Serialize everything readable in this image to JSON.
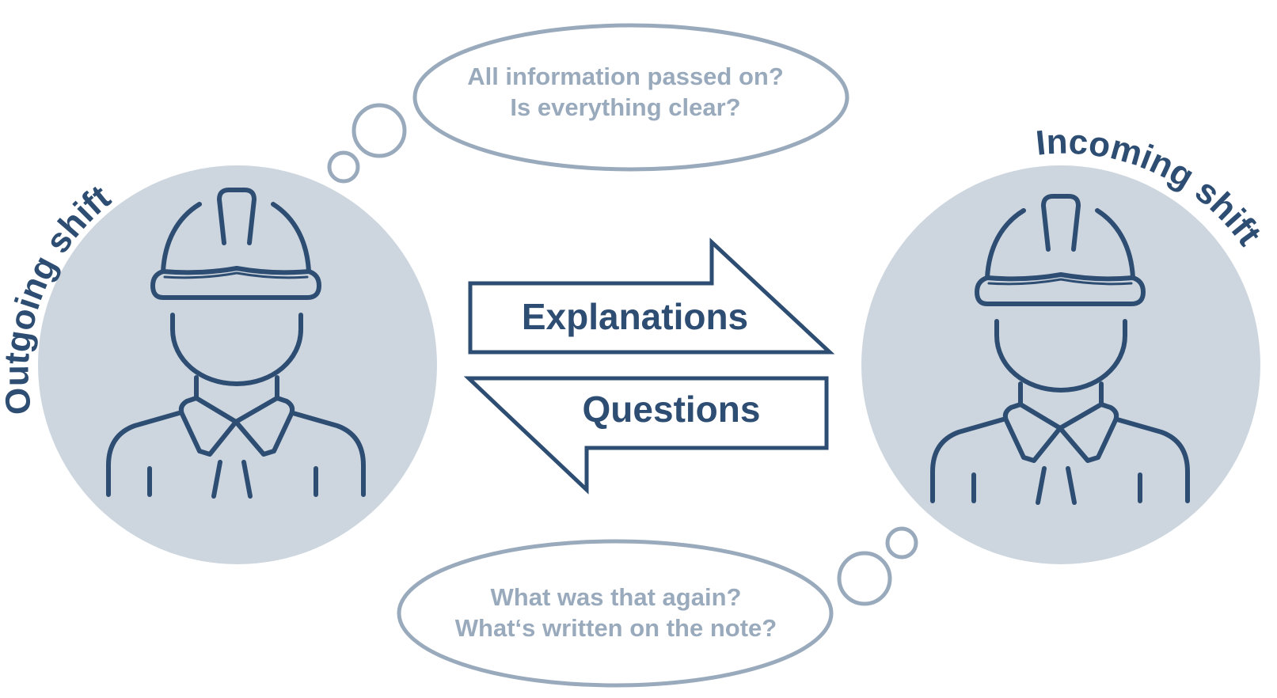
{
  "colors": {
    "primary": "#2e4d72",
    "circle_fill": "#cdd6df",
    "bubble_stroke": "#9aaabd",
    "bubble_text": "#9aaabd",
    "background": "#ffffff"
  },
  "outgoing": {
    "label": "Outgoing shift",
    "icon": "worker-hard-hat-icon"
  },
  "incoming": {
    "label": "Incoming shift",
    "icon": "worker-hard-hat-icon"
  },
  "top_thought": {
    "line1": "All information passed on?",
    "line2": "Is everything clear?"
  },
  "bottom_thought": {
    "line1": "What was that again?",
    "line2": "What‘s written on the note?"
  },
  "arrows": {
    "right_label": "Explanations",
    "left_label": "Questions"
  }
}
